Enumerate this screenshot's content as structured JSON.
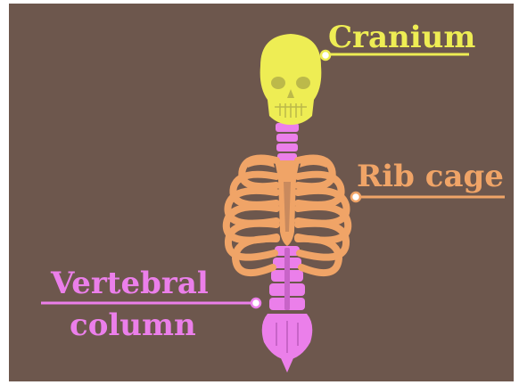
{
  "labels": {
    "cranium": "Cranium",
    "rib_cage": "Rib cage",
    "vertebral_line1": "Vertebral",
    "vertebral_line2": "column"
  },
  "colors": {
    "background": "#6d574d",
    "cranium": "#eeed54",
    "rib_cage": "#f0a467",
    "vertebral_column": "#eb7fea",
    "skull_detail": "#bcb94a",
    "rib_shadow": "#c98a5e",
    "spine_detail": "#c864c8",
    "leader_point": "#ffffff"
  },
  "icons": {
    "skull": "skull-icon",
    "ribs": "rib-cage-icon",
    "spine": "spine-icon"
  }
}
